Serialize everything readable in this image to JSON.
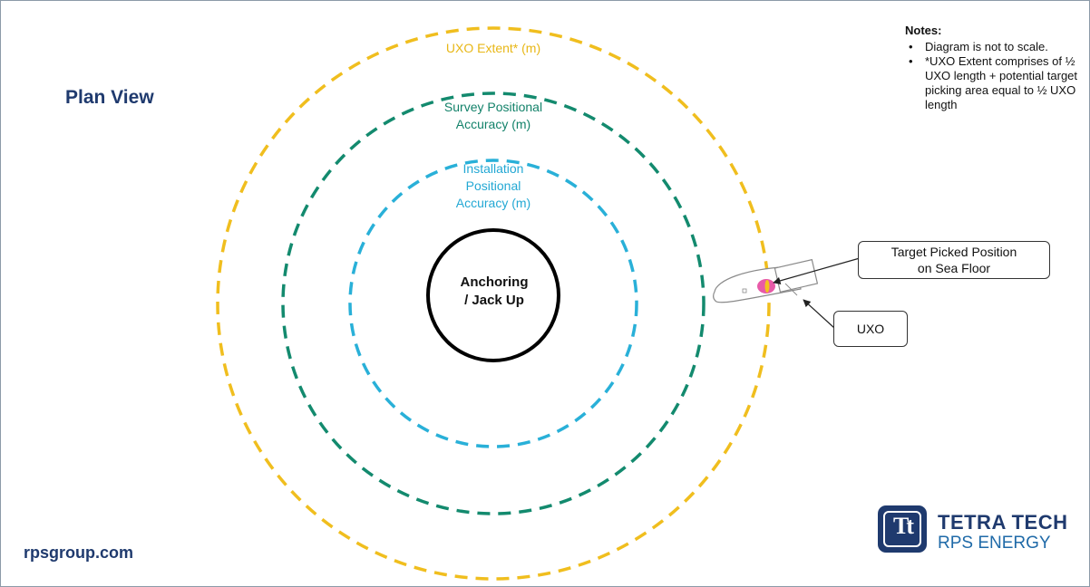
{
  "title": "Plan View",
  "website": "rpsgroup.com",
  "notes": {
    "heading": "Notes:",
    "items": [
      "Diagram is not to scale.",
      "*UXO Extent comprises of ½ UXO length + potential target picking area equal to ½ UXO length"
    ]
  },
  "rings": {
    "uxo_extent": {
      "label": "UXO Extent* (m)",
      "color": "#F0BE1E"
    },
    "survey": {
      "label_line1": "Survey Positional",
      "label_line2": "Accuracy (m)",
      "color": "#138A6E"
    },
    "installation": {
      "label_line1": "Installation",
      "label_line2": "Positional",
      "label_line3": "Accuracy (m)",
      "color": "#29B0D8"
    },
    "center": {
      "label_line1": "Anchoring",
      "label_line2": "/ Jack Up",
      "color": "#000000"
    }
  },
  "callouts": {
    "target": {
      "line1": "Target Picked Position",
      "line2": "on Sea Floor"
    },
    "uxo": {
      "label": "UXO"
    }
  },
  "target_marker_colors": {
    "fill": "#E85AA8",
    "center": "#F3C21F"
  },
  "logo": {
    "mark": "Tt",
    "line1": "TETRA TECH",
    "line2": "RPS ENERGY",
    "color": "#1F3A6E"
  }
}
